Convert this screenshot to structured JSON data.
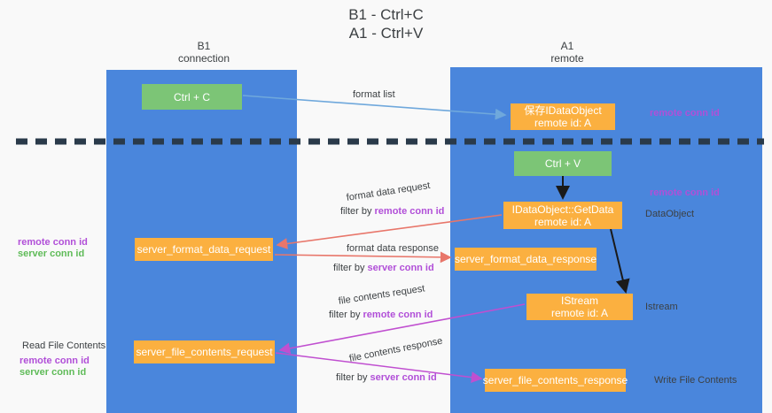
{
  "page": {
    "background": "#f9f9f9",
    "title": "B1 - Ctrl+C\nA1 - Ctrl+V"
  },
  "colors": {
    "lane": "#4a86dc",
    "green_node": "#7cc576",
    "orange_node": "#fbb040",
    "purple_text": "#b14fd8",
    "green_text": "#5fbb58",
    "plain_text": "#3c4043",
    "divider": "#2a3a4a",
    "arrow_blue": "#6fa8dc",
    "arrow_red": "#e8766a",
    "arrow_magenta": "#c04fd0",
    "arrow_black": "#1a1a1a"
  },
  "lanes": [
    {
      "id": "b1",
      "title": "B1\nconnection"
    },
    {
      "id": "a1",
      "title": "A1\nremote"
    }
  ],
  "nodes": {
    "ctrl_c": {
      "label": "Ctrl + C",
      "kind": "green"
    },
    "ctrl_v": {
      "label": "Ctrl + V",
      "kind": "green"
    },
    "idataobject": {
      "label": "保存IDataObject\nremote id: A",
      "kind": "orange"
    },
    "getdata": {
      "label": "IDataObject::GetData\nremote id: A",
      "kind": "orange"
    },
    "server_format_data_request": {
      "label": "server_format_data_request",
      "kind": "orange"
    },
    "server_format_data_response": {
      "label": "server_format_data_response",
      "kind": "orange"
    },
    "istream": {
      "label": "IStream\nremote id: A",
      "kind": "orange"
    },
    "server_file_contents_request": {
      "label": "server_file_contents_request",
      "kind": "orange"
    },
    "server_file_contents_response": {
      "label": "server_file_contents_response",
      "kind": "orange"
    }
  },
  "labels": {
    "format_list": "format list",
    "remote_conn_id_top": "remote conn id",
    "remote_conn_id_mid": "remote conn id",
    "data_object": "DataObject",
    "format_data_request": "format data request",
    "filter_by": "filter by ",
    "remote_conn_id": "remote conn id",
    "server_conn_id": "server conn id",
    "format_data_response": "format data response",
    "left_remote_conn_id": "remote conn id",
    "left_server_conn_id": "server conn id",
    "file_contents_request": "file contents request",
    "istream_side": "Istream",
    "read_file_contents": "Read File Contents",
    "left2_remote_conn_id": "remote conn id",
    "left2_server_conn_id": "server conn id",
    "file_contents_response": "file contents response",
    "write_file_contents": "Write File Contents"
  },
  "connections": [
    {
      "name": "ctrl-c-to-idataobject",
      "label": "format list",
      "color": "#6fa8dc"
    },
    {
      "name": "ctrl-v-to-getdata",
      "label": "",
      "color": "#1a1a1a"
    },
    {
      "name": "getdata-to-format-request",
      "label": "format data request",
      "color": "#e8766a"
    },
    {
      "name": "format-request-to-response",
      "label": "format data response",
      "color": "#e8766a"
    },
    {
      "name": "getdata-to-istream",
      "label": "",
      "color": "#1a1a1a"
    },
    {
      "name": "istream-to-file-request",
      "label": "file contents request",
      "color": "#c04fd0"
    },
    {
      "name": "file-request-to-response",
      "label": "file contents response",
      "color": "#c04fd0"
    }
  ]
}
